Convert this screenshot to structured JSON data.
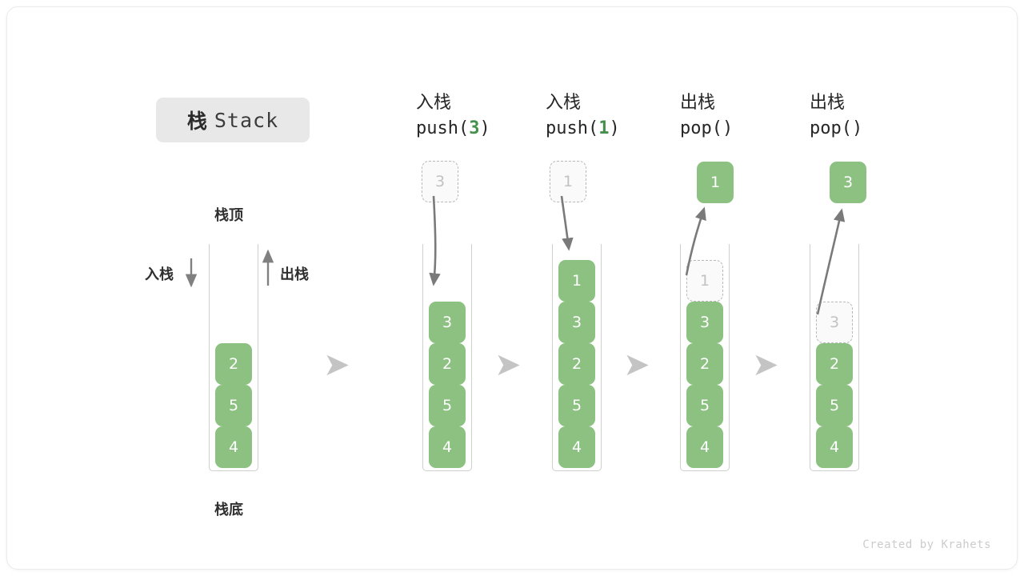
{
  "title": {
    "cn": "栈",
    "en": "Stack"
  },
  "labels": {
    "top": "栈顶",
    "bottom": "栈底",
    "push_side": "入栈",
    "pop_side": "出栈"
  },
  "colors": {
    "cell_fill": "#8cc182",
    "cell_text": "#ffffff",
    "ghost_fill": "#fafafa",
    "ghost_border": "#b9b9b9",
    "ghost_text": "#c2c2c2",
    "arrow": "#7a7a7a",
    "step_arrow": "#c4c4c4",
    "accent_green": "#43914a",
    "badge_bg": "#e8e8e8"
  },
  "icons": {
    "step_arrow": "right-block-arrow-icon",
    "push_down_arrow": "arrow-down-icon",
    "pop_up_arrow": "arrow-up-icon"
  },
  "steps": [
    {
      "id": "initial",
      "header_cn": "",
      "header_code": "",
      "header_arg": "",
      "cells": [
        "4",
        "5",
        "2"
      ],
      "ghost_in_stack": null,
      "outside_box": null,
      "outside_kind": null
    },
    {
      "id": "push-3",
      "header_cn": "入栈",
      "header_code_pre": "push(",
      "header_arg": "3",
      "header_code_post": ")",
      "cells": [
        "4",
        "5",
        "2",
        "3"
      ],
      "ghost_in_stack": null,
      "outside_box": "3",
      "outside_kind": "ghost"
    },
    {
      "id": "push-1",
      "header_cn": "入栈",
      "header_code_pre": "push(",
      "header_arg": "1",
      "header_code_post": ")",
      "cells": [
        "4",
        "5",
        "2",
        "3",
        "1"
      ],
      "ghost_in_stack": null,
      "outside_box": "1",
      "outside_kind": "ghost"
    },
    {
      "id": "pop-1",
      "header_cn": "出栈",
      "header_code_pre": "pop(",
      "header_arg": "",
      "header_code_post": ")",
      "cells": [
        "4",
        "5",
        "2",
        "3"
      ],
      "ghost_in_stack": "1",
      "outside_box": "1",
      "outside_kind": "filled"
    },
    {
      "id": "pop-3",
      "header_cn": "出栈",
      "header_code_pre": "pop(",
      "header_arg": "",
      "header_code_post": ")",
      "cells": [
        "4",
        "5",
        "2"
      ],
      "ghost_in_stack": "3",
      "outside_box": "3",
      "outside_kind": "filled"
    }
  ],
  "credit": "Created by Krahets"
}
